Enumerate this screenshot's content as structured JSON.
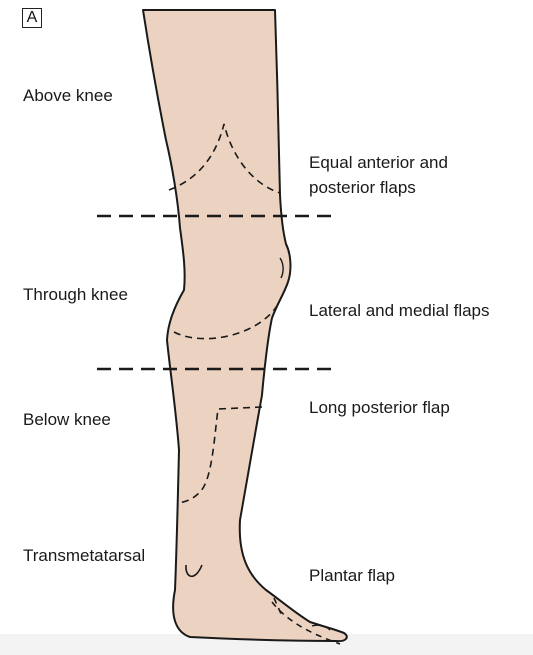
{
  "panel_letter": "A",
  "levels": {
    "above_knee": "Above knee",
    "through_knee": "Through knee",
    "below_knee": "Below knee",
    "transmetatarsal": "Transmetatarsal"
  },
  "flaps": {
    "equal_ap": "Equal anterior and posterior flaps",
    "lateral_medial": "Lateral and medial flaps",
    "long_posterior": "Long posterior flap",
    "plantar": "Plantar flap"
  },
  "colors": {
    "skin": "#ecd2c1",
    "outline": "#1a1a1a"
  }
}
